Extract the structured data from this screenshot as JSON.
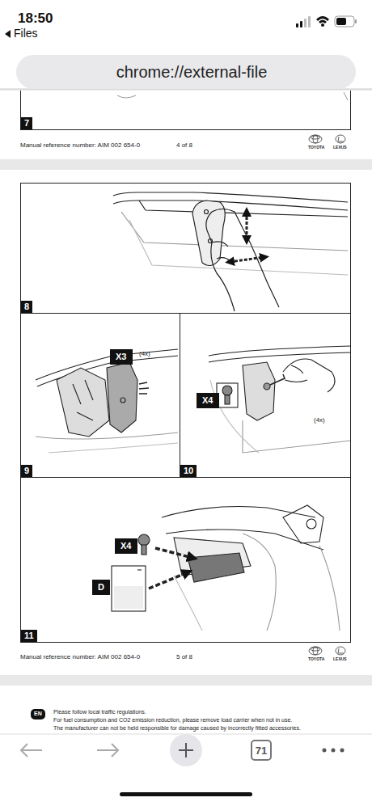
{
  "diagram": {
    "nodes": [
      {
        "text": [
          "7"
        ]
      },
      {
        "text": [
          "8"
        ]
      },
      {
        "text": [
          "9"
        ]
      },
      {
        "text": [
          "X3"
        ],
        "in": 2
      },
      {
        "text": [
          "10"
        ]
      },
      {
        "text": [
          "X4"
        ],
        "in": 4
      },
      {
        "text": [
          "11"
        ]
      },
      {
        "text": [
          "X4"
        ],
        "in": 6
      },
      {
        "text": [
          "D"
        ],
        "in": 6
      },
      {
        "text": [
          "EN"
        ]
      },
      {
        "text": [
          "chrome://external-file"
        ]
      },
      {
        "text": [
          "71"
        ]
      }
    ],
    "labels": [
      "18:50",
      "Files",
      "Manual reference number: AIM 002 654-0",
      "4 of 8",
      "TOYOTA",
      "LEXUS",
      "(4x)",
      "(4x)",
      "Manual reference number: AIM 002 654-0",
      "5 of 8",
      "TOYOTA",
      "LEXUS",
      "Please follow local traffic regulations.",
      "For fuel consumption and CO2 emission reduction, please remove load carrier when not in use.",
      "The manufacturer can not be held responsible for damage caused by incorrectly fitted accessories."
    ]
  }
}
